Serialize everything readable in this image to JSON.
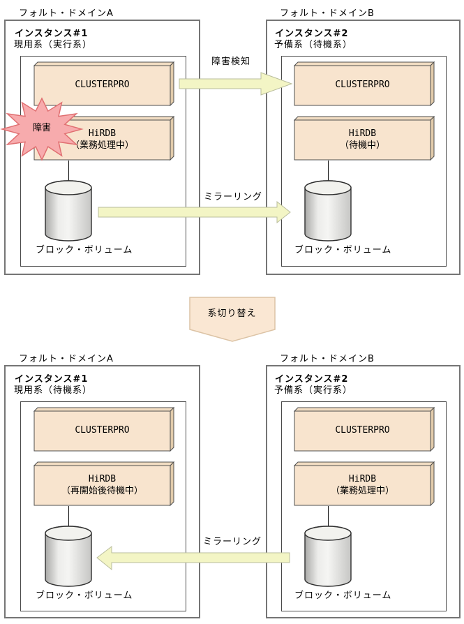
{
  "colors": {
    "box_front": "#f8e4ce",
    "box_top": "#f1dcc2",
    "box_side": "#e2cbab",
    "box_stroke": "#4f4f4f",
    "arrow_fill": "#f3f5c5",
    "arrow_stroke": "#b9bd9c",
    "burst_fill": "#f7abad",
    "burst_stroke": "#e06f71",
    "pentagon_fill": "#fae7d3",
    "pentagon_stroke": "#dcc3a5",
    "outer_border": "#757575",
    "inner_border": "#4a4a4a"
  },
  "switchover_label": "系切り替え",
  "burst_label": "障害",
  "before": {
    "detect_label": "障害検知",
    "mirror_label": "ミラーリング",
    "a": {
      "domain": "フォルト・ドメインA",
      "instance": "インスタンス#1",
      "role": "現用系（実行系）",
      "cluster": "CLUSTERPRO",
      "db": "HiRDB",
      "db_state": "（業務処理中）",
      "volume": "ブロック・ボリューム"
    },
    "b": {
      "domain": "フォルト・ドメインB",
      "instance": "インスタンス#2",
      "role": "予備系（待機系）",
      "cluster": "CLUSTERPRO",
      "db": "HiRDB",
      "db_state": "（待機中）",
      "volume": "ブロック・ボリューム"
    }
  },
  "after": {
    "mirror_label": "ミラーリング",
    "a": {
      "domain": "フォルト・ドメインA",
      "instance": "インスタンス#1",
      "role": "現用系（待機系）",
      "cluster": "CLUSTERPRO",
      "db": "HiRDB",
      "db_state": "（再開始後待機中）",
      "volume": "ブロック・ボリューム"
    },
    "b": {
      "domain": "フォルト・ドメインB",
      "instance": "インスタンス#2",
      "role": "予備系（実行系）",
      "cluster": "CLUSTERPRO",
      "db": "HiRDB",
      "db_state": "（業務処理中）",
      "volume": "ブロック・ボリューム"
    }
  }
}
